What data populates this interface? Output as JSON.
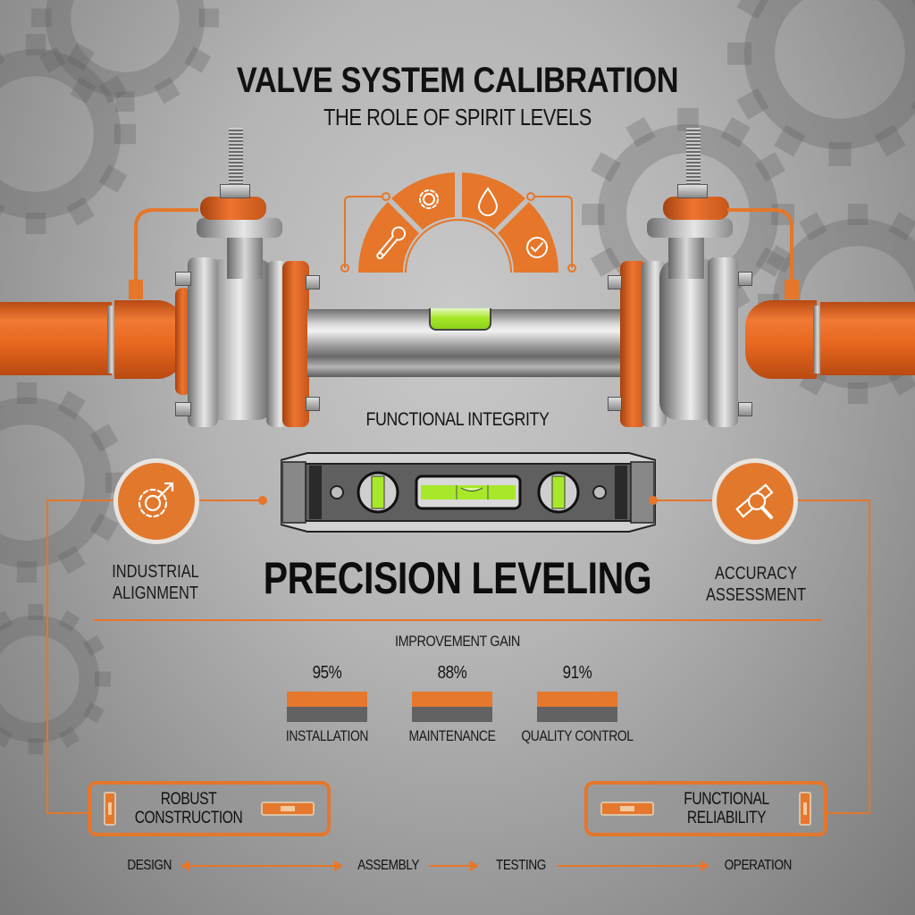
{
  "header": {
    "title": "VALVE SYSTEM CALIBRATION",
    "subtitle": "THE ROLE OF SPIRIT LEVELS"
  },
  "gauge": {
    "segments": [
      {
        "icon": "wrench-icon"
      },
      {
        "icon": "gear-icon"
      },
      {
        "icon": "water-drop-icon"
      },
      {
        "icon": "check-circle-icon"
      }
    ],
    "color": "#e5762a"
  },
  "level_section": {
    "title": "FUNCTIONAL INTEGRITY"
  },
  "left_feature": {
    "icon": "gear-arrow-icon",
    "line1": "INDUSTRIAL",
    "line2": "ALIGNMENT"
  },
  "right_feature": {
    "icon": "ruler-magnifier-icon",
    "line1": "ACCURACY",
    "line2": "ASSESSMENT"
  },
  "main_heading": "PRECISION LEVELING",
  "improvement": {
    "title": "IMPROVEMENT GAIN",
    "items": [
      {
        "label": "INSTALLATION",
        "value": "95%"
      },
      {
        "label": "MAINTENANCE",
        "value": "88%"
      },
      {
        "label": "QUALITY CONTROL",
        "value": "91%"
      }
    ]
  },
  "chart_data": {
    "type": "bar",
    "title": "IMPROVEMENT GAIN",
    "categories": [
      "INSTALLATION",
      "MAINTENANCE",
      "QUALITY CONTROL"
    ],
    "values": [
      95,
      88,
      91
    ],
    "ylabel": "%",
    "ylim": [
      0,
      100
    ]
  },
  "boxes": {
    "left": {
      "line1": "ROBUST",
      "line2": "CONSTRUCTION"
    },
    "right": {
      "line1": "FUNCTIONAL",
      "line2": "RELIABILITY"
    }
  },
  "flow": {
    "steps": [
      "DESIGN",
      "ASSEMBLY",
      "TESTING",
      "OPERATION"
    ]
  },
  "colors": {
    "accent": "#e5762a",
    "bubble_green": "#a8e82a",
    "text": "#111111",
    "background": "#b4b4b4"
  }
}
